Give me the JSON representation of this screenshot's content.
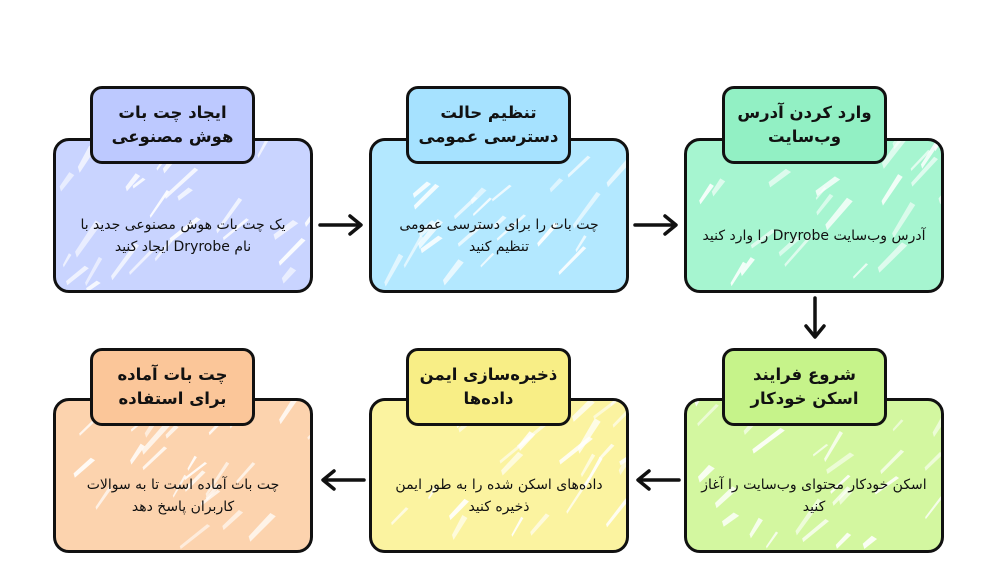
{
  "steps": [
    {
      "id": "create-chatbot",
      "title": "ایجاد چت بات هوش مصنوعی",
      "text": "یک چت بات هوش مصنوعی جدید با نام Dryrobe ایجاد کنید",
      "card_color": "#c9d4ff",
      "title_color": "#bdc9ff",
      "stripe_color": "#ffffff"
    },
    {
      "id": "set-public-access",
      "title": "تنظیم حالت دسترسی عمومی",
      "text": "چت بات را برای دسترسی عمومی تنظیم کنید",
      "card_color": "#b3e8ff",
      "title_color": "#a6e2ff",
      "stripe_color": "#ffffff"
    },
    {
      "id": "enter-website-address",
      "title": "وارد کردن آدرس وب‌سایت",
      "text": "آدرس وب‌سایت Dryrobe را وارد کنید",
      "card_color": "#a6f5d0",
      "title_color": "#92f0c4",
      "stripe_color": "#ffffff"
    },
    {
      "id": "start-auto-scan",
      "title": "شروع فرایند اسکن خودکار",
      "text": "اسکن خودکار محتوای وب‌سایت را آغاز کنید",
      "card_color": "#d3f7a0",
      "title_color": "#c6f38a",
      "stripe_color": "#ffffff"
    },
    {
      "id": "secure-data-storage",
      "title": "ذخیره‌سازی ایمن داده‌ها",
      "text": "داده‌های اسکن شده را به طور ایمن ذخیره کنید",
      "card_color": "#fbf3a0",
      "title_color": "#f8ee86",
      "stripe_color": "#ffffff"
    },
    {
      "id": "chatbot-ready",
      "title": "چت بات آماده برای استفاده",
      "text": "چت بات آماده است تا به سوالات کاربران پاسخ دهد",
      "card_color": "#fcd3ae",
      "title_color": "#fbc699",
      "stripe_color": "#ffffff"
    }
  ],
  "connectors": [
    {
      "from": "create-chatbot",
      "to": "set-public-access",
      "direction": "right"
    },
    {
      "from": "set-public-access",
      "to": "enter-website-address",
      "direction": "right"
    },
    {
      "from": "enter-website-address",
      "to": "start-auto-scan",
      "direction": "down"
    },
    {
      "from": "start-auto-scan",
      "to": "secure-data-storage",
      "direction": "left"
    },
    {
      "from": "secure-data-storage",
      "to": "chatbot-ready",
      "direction": "left"
    }
  ],
  "colors": {
    "outline": "#111111",
    "background": "#ffffff"
  }
}
